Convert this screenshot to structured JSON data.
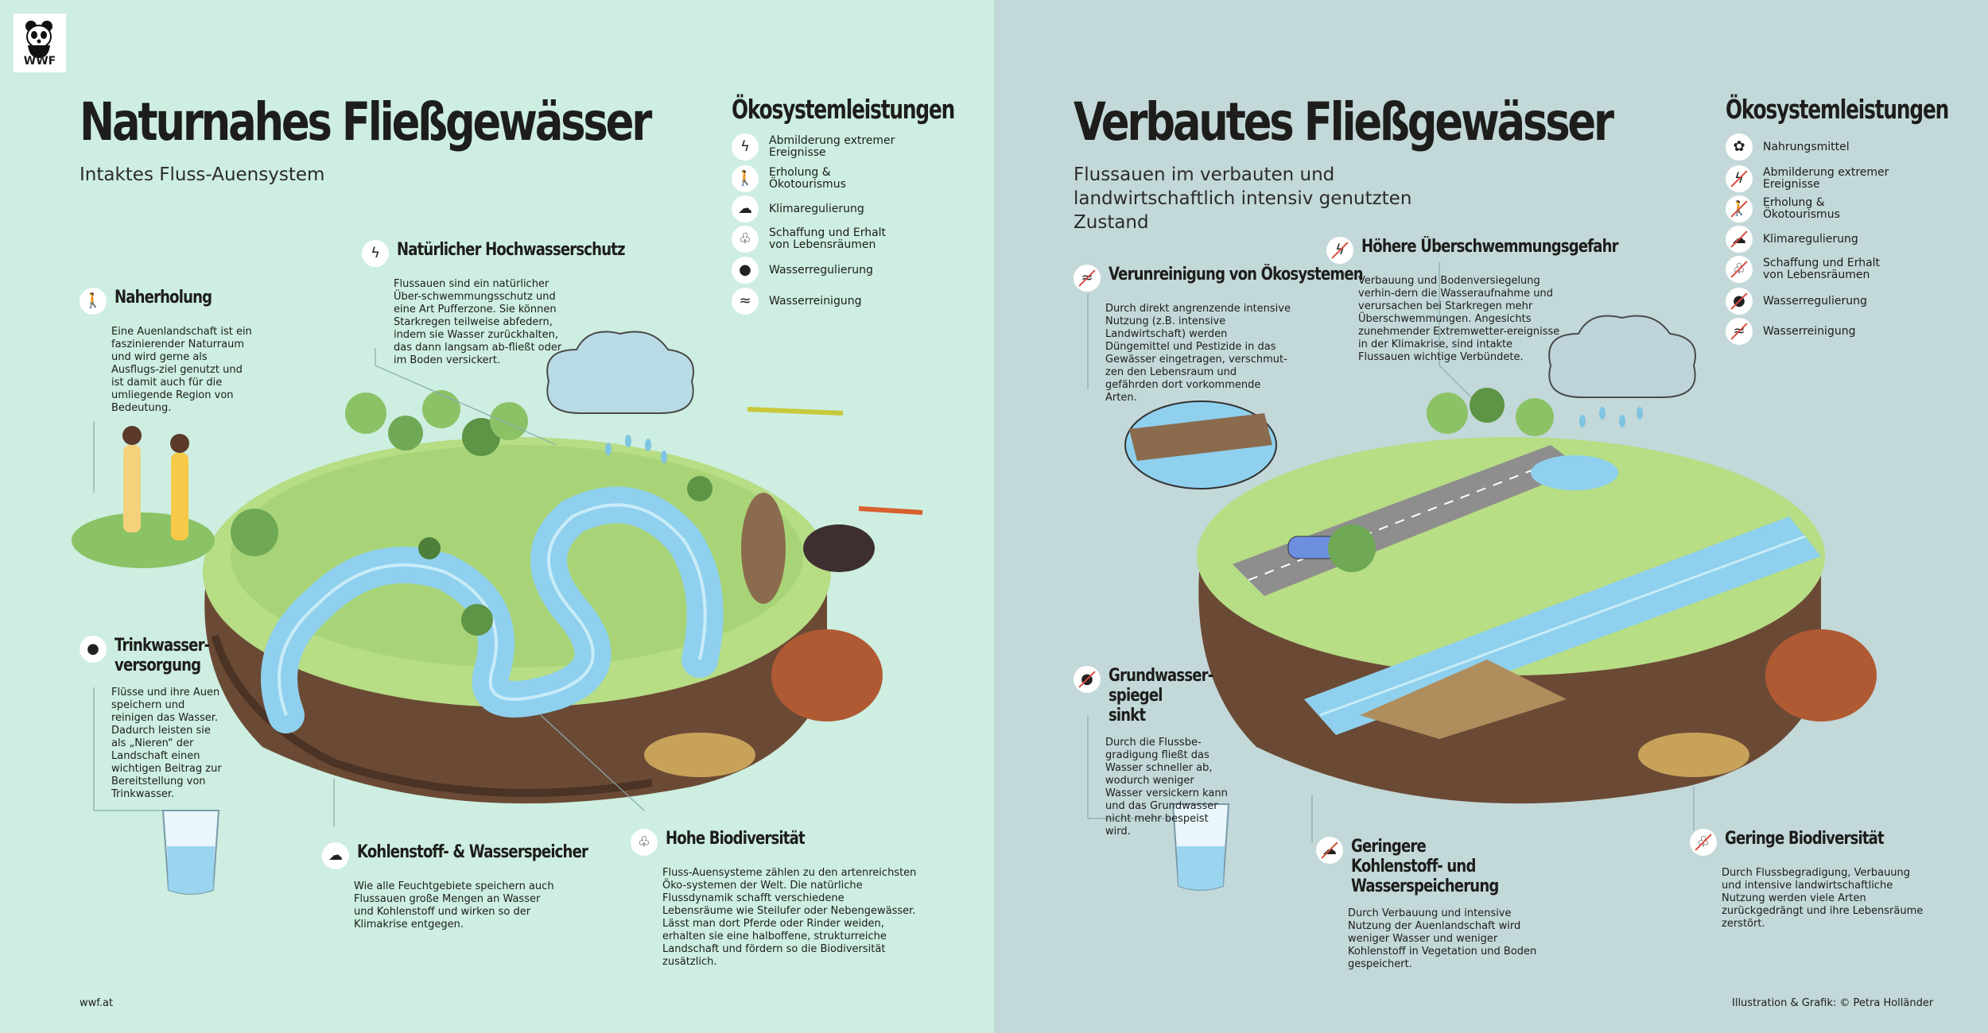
{
  "colors": {
    "left_bg": "#cdeee0",
    "right_bg": "#c3d8d9",
    "water": "#8fd0ee",
    "grass": "#b7dd85",
    "soil": "#6b4a35",
    "no_sign": "#d64b3c"
  },
  "logo": {
    "text": "WWF",
    "icon": "panda-icon"
  },
  "left": {
    "title": "Naturnahes Fließgewässer",
    "subtitle": "Intaktes Fluss-Auensystem",
    "eco": {
      "heading": "Ökosystemleistungen",
      "items": [
        {
          "icon": "weather-extreme-icon",
          "label": "Abmilderung extremer Ereignisse"
        },
        {
          "icon": "hiker-icon",
          "label": "Erholung & Ökotourismus"
        },
        {
          "icon": "climate-icon",
          "label": "Klimaregulierung"
        },
        {
          "icon": "tree-icon",
          "label": "Schaffung und Erhalt von Lebensräumen"
        },
        {
          "icon": "water-drop-icon",
          "label": "Wasserregulierung"
        },
        {
          "icon": "water-cleaning-icon",
          "label": "Wasserreinigung"
        }
      ]
    },
    "callouts": {
      "hochwasser": {
        "title": "Natürlicher Hochwasserschutz",
        "body": "Flussauen sind ein natürlicher Über-schwemmungsschutz und eine Art Pufferzone. Sie können Starkregen teilweise abfedern, indem sie Wasser zurückhalten, das dann langsam ab-fließt oder im Boden versickert."
      },
      "naherholung": {
        "title": "Naherholung",
        "body": "Eine Auenlandschaft ist ein faszinierender Naturraum und wird gerne als Ausflugs-ziel genutzt und ist damit auch für die umliegende Region von Bedeutung."
      },
      "trinkwasser": {
        "title": "Trinkwasser-versorgung",
        "body": "Flüsse und ihre Auen speichern und reinigen das Wasser. Dadurch leisten sie als „Nieren“ der Landschaft einen wichtigen Beitrag zur Bereitstellung von Trinkwasser."
      },
      "kohlenstoff": {
        "title": "Kohlenstoff- & Wasserspeicher",
        "body": "Wie alle Feuchtgebiete speichern auch Flussauen große Mengen an Wasser und Kohlenstoff und wirken so der Klimakrise entgegen."
      },
      "biodiversitaet": {
        "title": "Hohe Biodiversität",
        "body": "Fluss-Auensysteme zählen zu den artenreichsten Öko-systemen der Welt. Die natürliche Flussdynamik schafft verschiedene Lebensräume wie Steilufer oder Nebengewässer. Lässt man dort Pferde oder Rinder weiden, erhalten sie eine halboffene, strukturreiche Landschaft und fördern so die Biodiversität zusätzlich."
      }
    },
    "footer": "wwf.at"
  },
  "right": {
    "title": "Verbautes Fließgewässer",
    "subtitle": "Flussauen im verbauten und landwirtschaftlich intensiv genutzten Zustand",
    "eco": {
      "heading": "Ökosystemleistungen",
      "items": [
        {
          "icon": "food-icon",
          "label": "Nahrungsmittel"
        },
        {
          "icon": "weather-extreme-icon",
          "label": "Abmilderung extremer Ereignisse"
        },
        {
          "icon": "hiker-icon",
          "label": "Erholung & Ökotourismus"
        },
        {
          "icon": "climate-icon",
          "label": "Klimaregulierung"
        },
        {
          "icon": "tree-icon",
          "label": "Schaffung und Erhalt von Lebensräumen"
        },
        {
          "icon": "water-drop-icon",
          "label": "Wasserregulierung"
        },
        {
          "icon": "water-cleaning-icon",
          "label": "Wasserreinigung"
        }
      ]
    },
    "callouts": {
      "verunreinigung": {
        "title": "Verunreinigung von Ökosystemen",
        "body": "Durch direkt angrenzende intensive Nutzung (z.B. intensive Landwirtschaft) werden Düngemittel und Pestizide in das Gewässer eingetragen, verschmut-zen den Lebensraum und gefährden dort vorkommende Arten."
      },
      "ueberschwemmung": {
        "title": "Höhere Überschwemmungsgefahr",
        "body": "Verbauung und Bodenversiegelung verhin-dern die Wasseraufnahme und verursachen bei Starkregen mehr Überschwemmungen. Angesichts zunehmender Extremwetter-ereignisse in der Klimakrise, sind intakte Flussauen wichtige Verbündete."
      },
      "grundwasser": {
        "title": "Grundwasser-spiegel sinkt",
        "body": "Durch die Flussbe-gradigung fließt das Wasser schneller ab, wodurch weniger Wasser versickern kann und das Grundwasser nicht mehr bespeist wird."
      },
      "kohlenstoff": {
        "title": "Geringere Kohlenstoff- und Wasserspeicherung",
        "body": "Durch Verbauung und intensive Nutzung der Auenlandschaft wird weniger Wasser und weniger Kohlenstoff in Vegetation und Boden gespeichert."
      },
      "biodiversitaet": {
        "title": "Geringe Biodiversität",
        "body": "Durch Flussbegradigung, Verbauung und intensive landwirtschaftliche Nutzung werden viele Arten zurückgedrängt und ihre Lebensräume zerstört."
      }
    },
    "footer": "Illustration & Grafik: © Petra Holländer"
  }
}
